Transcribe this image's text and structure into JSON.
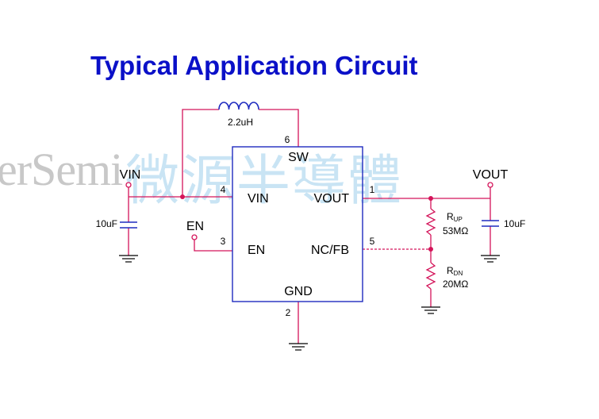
{
  "title": "Typical Application Circuit",
  "watermark": {
    "latin": "erSemi",
    "cjk": "微源半導體"
  },
  "colors": {
    "wire": "#d4145a",
    "title": "#0a10c8",
    "inductor": "#1f2bbf",
    "ic_outline": "#1f2bbf",
    "watermark_cjk": "#c9e4f4",
    "watermark_latin": "#c8c8c8"
  },
  "ic": {
    "pins": [
      {
        "number": "6",
        "name": "SW"
      },
      {
        "number": "4",
        "name": "VIN"
      },
      {
        "number": "1",
        "name": "VOUT"
      },
      {
        "number": "3",
        "name": "EN"
      },
      {
        "number": "5",
        "name": "NC/FB"
      },
      {
        "number": "2",
        "name": "GND"
      }
    ]
  },
  "inductor": {
    "value": "2.2uH"
  },
  "nets": {
    "vin": "VIN",
    "vout": "VOUT",
    "en": "EN"
  },
  "capacitors": [
    {
      "id": "cin",
      "value": "10uF"
    },
    {
      "id": "cout",
      "value": "10uF"
    }
  ],
  "resistors": [
    {
      "id": "rup",
      "name_main": "R",
      "name_sub": "UP",
      "value": "53MΩ"
    },
    {
      "id": "rdn",
      "name_main": "R",
      "name_sub": "DN",
      "value": "20MΩ"
    }
  ]
}
